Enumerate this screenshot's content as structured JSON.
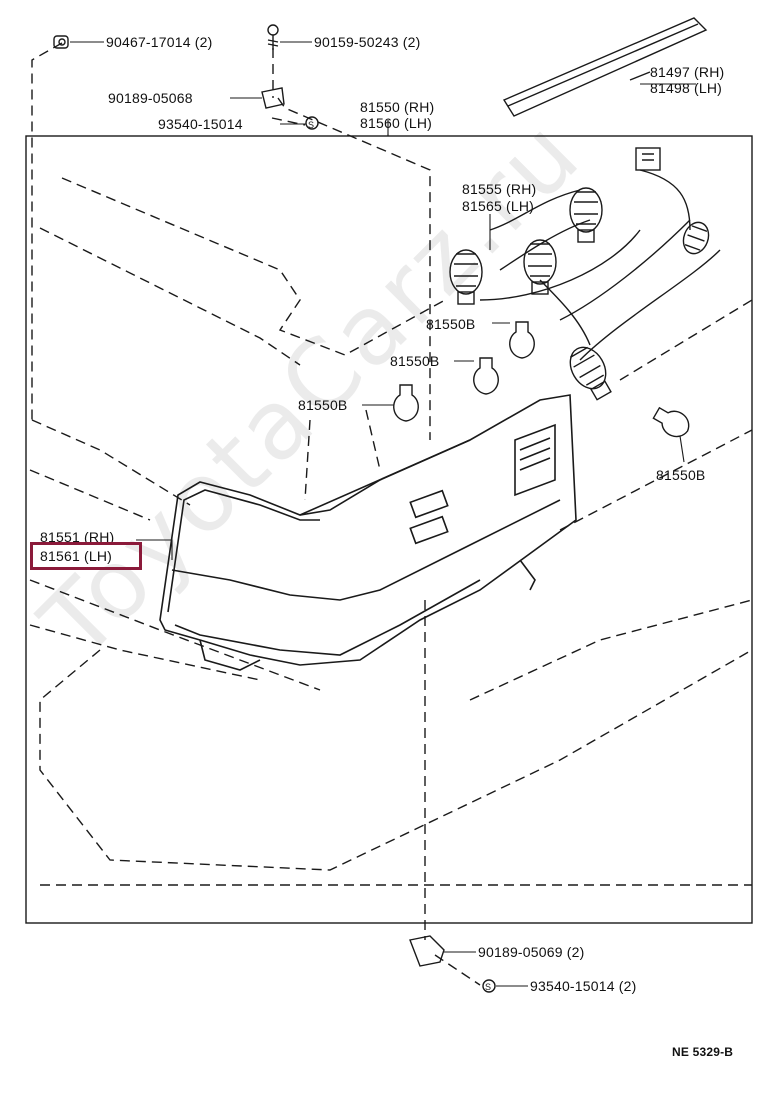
{
  "labels": {
    "p_90467": {
      "code": "90467-17014",
      "qty": "(2)"
    },
    "p_90159": {
      "code": "90159-50243",
      "qty": "(2)"
    },
    "p_90189a": {
      "code": "90189-05068"
    },
    "p_93540a": {
      "code": "93540-15014"
    },
    "p_81550_rh": {
      "code": "81550 (RH)"
    },
    "p_81560_lh": {
      "code": "81560 (LH)"
    },
    "p_81497": {
      "code": "81497 (RH)"
    },
    "p_81498": {
      "code": "81498 (LH)"
    },
    "p_81555": {
      "code": "81555 (RH)"
    },
    "p_81565": {
      "code": "81565 (LH)"
    },
    "p_81550b_1": {
      "code": "81550B"
    },
    "p_81550b_2": {
      "code": "81550B"
    },
    "p_81550b_3": {
      "code": "81550B"
    },
    "p_81550b_4": {
      "code": "81550B"
    },
    "p_81551": {
      "code": "81551 (RH)"
    },
    "p_81561": {
      "code": "81561 (LH)"
    },
    "p_90189b": {
      "code": "90189-05069",
      "qty": "(2)"
    },
    "p_93540b": {
      "code": "93540-15014",
      "qty": "(2)"
    },
    "ref": {
      "code": "NE 5329-B"
    }
  },
  "watermark": "ToyotaCarz.ru",
  "marker": "S",
  "colors": {
    "line": "#1a1a1a",
    "highlight": "#8b1a3a",
    "watermark": "#dcdcdc"
  }
}
